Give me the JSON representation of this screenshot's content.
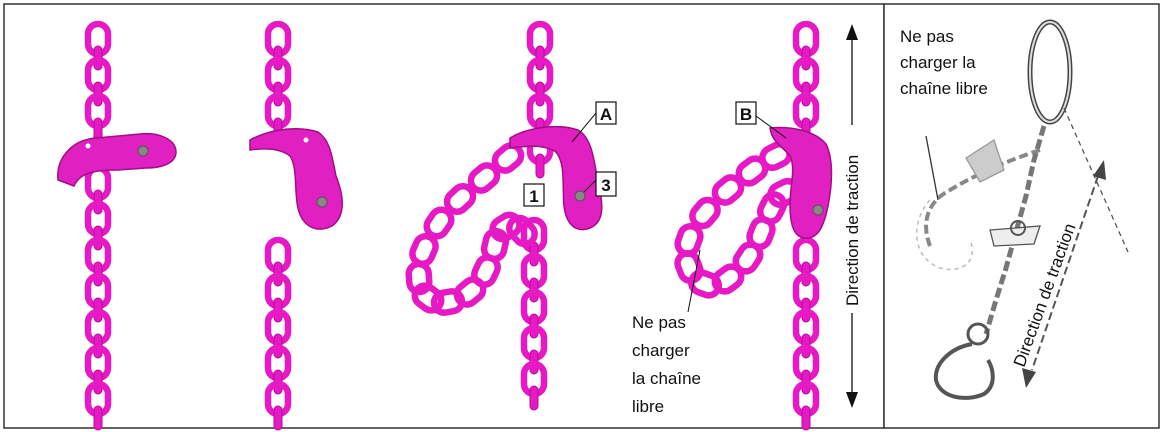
{
  "labels": {
    "a": "A",
    "b": "B",
    "one": "1",
    "three": "3"
  },
  "direction_label_main": "Direction de traction",
  "direction_label_sketch": "Direction de traction",
  "warning_main": [
    "Ne pas",
    "charger",
    "la chaîne",
    "libre"
  ],
  "warning_sketch": [
    "Ne pas",
    "charger  la",
    "chaîne libre"
  ],
  "colors": {
    "chain": "#e619c4",
    "chain_dark": "#b00e96",
    "hook": "#e020c0",
    "frame": "#333333"
  },
  "icons": [
    "chain",
    "shortening-hook",
    "master-link",
    "arrow"
  ]
}
